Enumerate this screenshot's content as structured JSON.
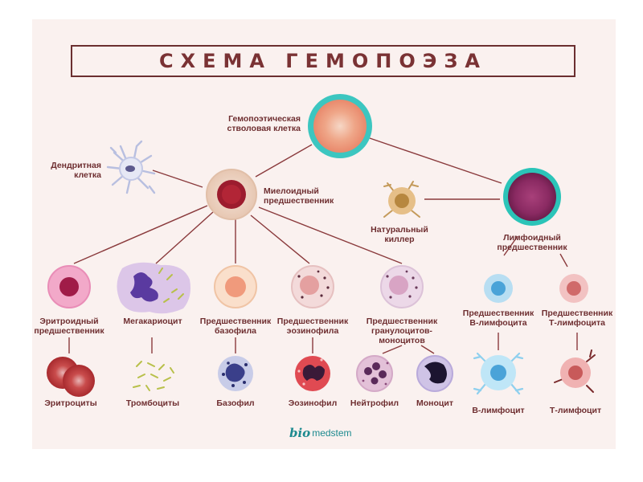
{
  "title": "СХЕМА ГЕМОПОЭЗА",
  "colors": {
    "text": "#6e2e30",
    "lines": "#8a3a3c",
    "stem_ring": "#3cc6c0",
    "lymphoid_ring": "#2bc4b8",
    "logo": "#1d8a8f"
  },
  "labels": {
    "stem_cell": "Гемопоэтическая\nстволовая клетка",
    "dendritic": "Дендритная\nклетка",
    "myeloid": "Миелоидный\nпредшественник",
    "nk": "Натуральный\nкиллер",
    "lymphoid": "Лимфоидный\nпредшественник",
    "erythroid_prec": "Эритроидный\nпредшественник",
    "megakaryocyte": "Мегакариоцит",
    "basophil_prec": "Предшественник\nбазофила",
    "eosinophil_prec": "Предшественник\nэозинофила",
    "granulo_mono_prec": "Предшественник\nгранулоцитов-\nмоноцитов",
    "b_prec": "Предшественник\nВ-лимфоцита",
    "t_prec": "Предшественник\nТ-лимфоцита",
    "erythrocytes": "Эритроциты",
    "platelets": "Тромбоциты",
    "basophil": "Базофил",
    "eosinophil": "Эозинофил",
    "neutrophil": "Нейтрофил",
    "monocyte": "Моноцит",
    "b_lymph": "В-лимфоцит",
    "t_lymph": "Т-лимфоцит"
  },
  "logo": {
    "brand_part1": "bio",
    "brand_part2": "medstem"
  }
}
